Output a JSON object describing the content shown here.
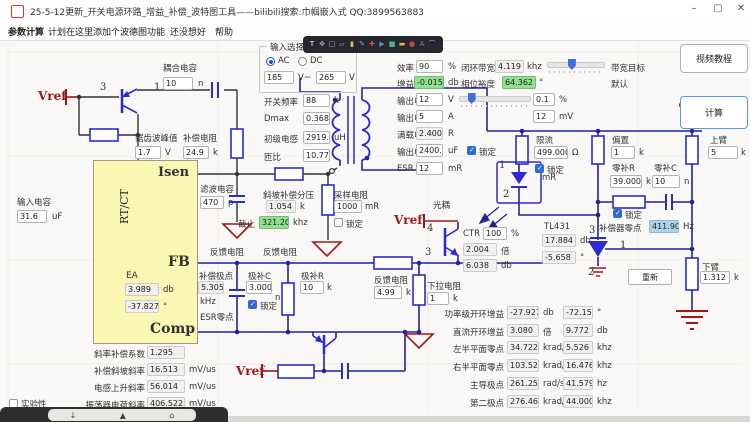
{
  "window": {
    "title": "25-5-12更新_开关电源环路_增益_补偿_波特图工具——bilibili搜索:巾帼嵌入式 QQ:3899563883",
    "minimize": "–",
    "maximize": "▢",
    "close": "✕"
  },
  "menu": [
    "参数计算",
    "计划在这里添加个波德图功能",
    "还没想好",
    "帮助"
  ],
  "annotation_toolbar": [
    "T",
    "✥",
    "□",
    "▱",
    "▮",
    "✎",
    "✚",
    "▶",
    "■",
    "▬",
    "●",
    "A",
    "⌒"
  ],
  "taskbar_icons": [
    "↓",
    "▲",
    "⌂"
  ],
  "buttons": {
    "video_tutorial": "视频教程",
    "calculate": "计算",
    "refresh": "重新"
  },
  "input_select": {
    "legend": "输入选择",
    "ac": "AC",
    "dc": "DC",
    "vmin": "185",
    "tilde": "V~",
    "vmax": "265",
    "unit": "V"
  },
  "primary": {
    "fsw": {
      "label": "开关频率",
      "value": "88",
      "unit": "k"
    },
    "dmax": {
      "label": "Dmax",
      "value": "0.368"
    },
    "lp": {
      "label": "初级电感",
      "value": "2919.2",
      "unit": "uH"
    },
    "turns": {
      "label": "匝比",
      "value": "10.77"
    }
  },
  "right": {
    "eff": {
      "label": "效率",
      "value": "90",
      "unit": "%"
    },
    "bw": {
      "label": "闭环带宽",
      "value": "4.119",
      "unit": "khz"
    },
    "bw_target": "带宽目标",
    "gain": {
      "label": "增益",
      "value": "-0.015",
      "unit": "db"
    },
    "pm": {
      "label": "相位裕度",
      "value": "64.362",
      "unit": "°"
    },
    "default_label": "默认",
    "vout": {
      "label": "输出电压",
      "value": "12",
      "unit": "V"
    },
    "ripple_pct": {
      "value": "0.1",
      "unit": "%"
    },
    "ripple_mv": {
      "value": "12",
      "unit": "mV"
    },
    "iout": {
      "label": "输出电流",
      "value": "5",
      "unit": "A"
    },
    "rload": {
      "label": "满载电阻",
      "value": "2.400",
      "unit": "R"
    },
    "cout": {
      "label": "输出电容",
      "value": "2400.0",
      "unit": "uF",
      "lock": "锁定"
    },
    "esr": {
      "label": "ESR",
      "value": "12",
      "unit": "mR"
    }
  },
  "circuit": {
    "vref": "Vref",
    "coupling_cap": {
      "label": "耦合电容",
      "value": "10",
      "unit": "n"
    },
    "sawtooth": {
      "label": "锯齿波峰值",
      "value": "1.7",
      "unit": "V"
    },
    "comp_res": {
      "label": "补偿电阻",
      "value": "24.9",
      "unit": "k"
    },
    "input_cap": {
      "label": "输入电容",
      "value": "31.6",
      "unit": "uF"
    },
    "filter_cap": {
      "label": "滤波电容",
      "value": "470",
      "unit": "p"
    },
    "chip": {
      "rtct": "RT/CT",
      "isen": "Isen",
      "fb": "FB",
      "comp": "Comp",
      "ea": "EA",
      "ea_gain": "3.989",
      "ea_gain_unit": "db",
      "ea_phase": "-37.827",
      "ea_phase_unit": "°"
    },
    "ramp_div": {
      "label": "斜坡补偿分压",
      "value": "1.054",
      "unit": "k"
    },
    "cutoff": {
      "label": "截止",
      "value": "321.20",
      "unit": "khz"
    },
    "sense_res": {
      "label": "采样电阻",
      "value": "1000",
      "unit": "mR",
      "lock": "锁定"
    },
    "fb_res1": "反馈电阻",
    "fb_res2": "反馈电阻",
    "comp_pole": {
      "label": "补偿极点",
      "value": "5.305",
      "unit": "kHz",
      "esr_zero": "ESR零点"
    },
    "pole_cap": {
      "label": "极补C",
      "value": "3.000",
      "unit": "n",
      "lock": "锁定"
    },
    "pole_res": {
      "label": "极补R",
      "value": "10",
      "unit": "k"
    },
    "fb_res3": {
      "label": "反馈电阻",
      "value": "4.99",
      "unit": "k"
    },
    "pulldown": {
      "label": "下拉电阻",
      "value": "1",
      "unit": "k"
    },
    "opto": {
      "label": "光耦",
      "mr": "mR",
      "ctr_label": "CTR",
      "ctr": "100",
      "ctr_unit": "%",
      "gain": "2.004",
      "gain_unit": "倍",
      "gain_db": "6.038",
      "db_unit": "db"
    },
    "tl431": {
      "label": "TL431",
      "gain": "17.884",
      "gain_unit": "db",
      "phase": "-5.658",
      "phase_unit": "°"
    },
    "limit": {
      "label": "限流",
      "value": "499.000",
      "unit": "Ω",
      "lock": "锁定"
    },
    "bias": {
      "label": "偏置",
      "value": "1",
      "unit": "k"
    },
    "upper": {
      "label": "上臂",
      "value": "5",
      "unit": "k"
    },
    "zero_r": {
      "label": "零补R",
      "value": "39.000",
      "unit": "k"
    },
    "zero_c": {
      "label": "零补C",
      "value": "10",
      "unit": "n"
    },
    "zero_lock": "锁定",
    "comp_zero": {
      "label": "补偿器零点",
      "value": "411.905",
      "unit": "Hz"
    },
    "lower": {
      "label": "下臂",
      "value": "1.312",
      "unit": "k"
    },
    "pins": {
      "bjt_b": "3",
      "bjt_c": "1",
      "led_a": "1",
      "led_k": "2",
      "opto_c": "4",
      "opto_e": "3",
      "tl_k": "3",
      "tl_ref": "1",
      "tl_a": "2"
    }
  },
  "slopes": {
    "factor": {
      "label": "斜率补偿系数",
      "value": "1.295"
    },
    "comp_slope": {
      "label": "补偿斜坡斜率",
      "value": "16.513",
      "unit": "mV/us"
    },
    "ind_slope": {
      "label": "电感上升斜率",
      "value": "56.014",
      "unit": "mV/us"
    },
    "osc_slope": {
      "label": "振荡器电荷斜率",
      "value": "406.522",
      "unit": "mV/us"
    },
    "experimental": "实验性"
  },
  "stats": {
    "rows": [
      {
        "label": "功率级开环增益",
        "v1": "-27.927",
        "u1": "db",
        "v2": "-72.153",
        "u2": "°"
      },
      {
        "label": "直流开环增益",
        "v1": "3.080",
        "u1": "倍",
        "v2": "9.772",
        "u2": "db"
      },
      {
        "label": "左半平面零点",
        "v1": "34.722",
        "u1": "krad/s",
        "v2": "5.526",
        "u2": "khz"
      },
      {
        "label": "右半平面零点",
        "v1": "103.523",
        "u1": "krad/s",
        "v2": "16.476",
        "u2": "khz"
      },
      {
        "label": "主导极点",
        "v1": "261.250",
        "u1": "rad/s",
        "v2": "41.579",
        "u2": "hz"
      },
      {
        "label": "第二极点",
        "v1": "276.460",
        "u1": "krad/s",
        "v2": "44.000",
        "u2": "khz"
      }
    ]
  },
  "colors": {
    "accent_green": "#8fe08f",
    "accent_blue": "#aed4e8",
    "wire": "#23239b",
    "component": "#2b2bd0",
    "red_accent": "#a31515",
    "chip_fill": "#fcf6b3"
  }
}
